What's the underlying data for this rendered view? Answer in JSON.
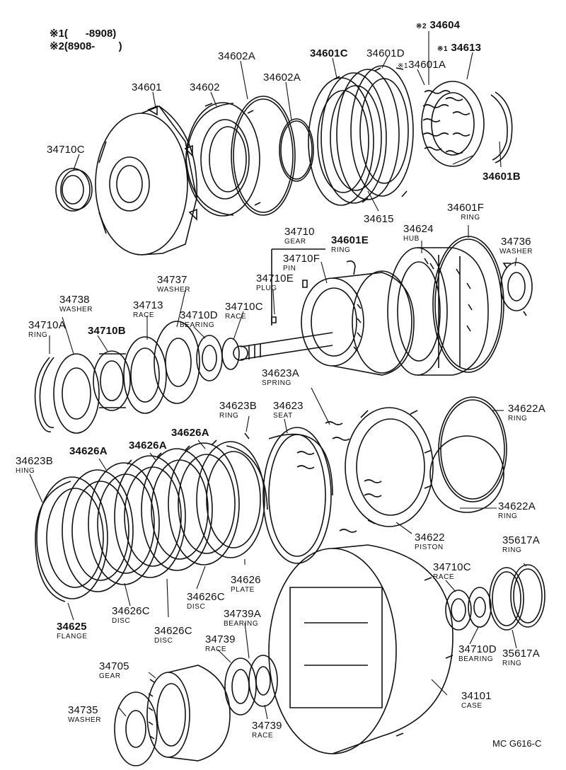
{
  "notes": {
    "n1_mark": "※1",
    "n1_range": "(      -8908)",
    "n2_mark": "※2",
    "n2_range": "(8908-        )"
  },
  "drawing_code": "MC G616-C",
  "parts": [
    {
      "id": "p34604",
      "number": "34604",
      "mark": "※2",
      "sub": ""
    },
    {
      "id": "p34613",
      "number": "34613",
      "mark": "※1",
      "sub": ""
    },
    {
      "id": "p34601a",
      "number": "34601A",
      "mark": "※1",
      "sub": ""
    },
    {
      "id": "p34601b",
      "number": "34601B",
      "mark": "",
      "sub": ""
    },
    {
      "id": "p34601",
      "number": "34601",
      "mark": "",
      "sub": ""
    },
    {
      "id": "p34602",
      "number": "34602",
      "mark": "",
      "sub": ""
    },
    {
      "id": "p34602a1",
      "number": "34602A",
      "mark": "",
      "sub": ""
    },
    {
      "id": "p34602a2",
      "number": "34602A",
      "mark": "",
      "sub": ""
    },
    {
      "id": "p34601c",
      "number": "34601C",
      "mark": "",
      "sub": ""
    },
    {
      "id": "p34601d",
      "number": "34601D",
      "mark": "",
      "sub": ""
    },
    {
      "id": "p34710c1",
      "number": "34710C",
      "mark": "",
      "sub": ""
    },
    {
      "id": "p34615",
      "number": "34615",
      "mark": "",
      "sub": ""
    },
    {
      "id": "p34601f",
      "number": "34601F",
      "mark": "",
      "sub": "RING"
    },
    {
      "id": "p34624",
      "number": "34624",
      "mark": "",
      "sub": "HUB"
    },
    {
      "id": "p34736",
      "number": "34736",
      "mark": "",
      "sub": "WASHER"
    },
    {
      "id": "p34710",
      "number": "34710",
      "mark": "",
      "sub": "GEAR"
    },
    {
      "id": "p34601e",
      "number": "34601E",
      "mark": "",
      "sub": "RING"
    },
    {
      "id": "p34710f",
      "number": "34710F",
      "mark": "",
      "sub": "PIN"
    },
    {
      "id": "p34710e",
      "number": "34710E",
      "mark": "",
      "sub": "PLUG"
    },
    {
      "id": "p34737",
      "number": "34737",
      "mark": "",
      "sub": "WASHER"
    },
    {
      "id": "p34738",
      "number": "34738",
      "mark": "",
      "sub": "WASHER"
    },
    {
      "id": "p34713",
      "number": "34713",
      "mark": "",
      "sub": "RACE"
    },
    {
      "id": "p34710d1",
      "number": "34710D",
      "mark": "",
      "sub": "BEARING"
    },
    {
      "id": "p34710c2",
      "number": "34710C",
      "mark": "",
      "sub": "RACE"
    },
    {
      "id": "p34710a",
      "number": "34710A",
      "mark": "",
      "sub": "RING"
    },
    {
      "id": "p34710b",
      "number": "34710B",
      "mark": "",
      "sub": ""
    },
    {
      "id": "p34623a",
      "number": "34623A",
      "mark": "",
      "sub": "SPRING"
    },
    {
      "id": "p34623b1",
      "number": "34623B",
      "mark": "",
      "sub": "RING"
    },
    {
      "id": "p34623",
      "number": "34623",
      "mark": "",
      "sub": "SEAT"
    },
    {
      "id": "p34622a1",
      "number": "34622A",
      "mark": "",
      "sub": "RING"
    },
    {
      "id": "p34626a1",
      "number": "34626A",
      "mark": "",
      "sub": ""
    },
    {
      "id": "p34626a2",
      "number": "34626A",
      "mark": "",
      "sub": ""
    },
    {
      "id": "p34626a3",
      "number": "34626A",
      "mark": "",
      "sub": ""
    },
    {
      "id": "p34623b2",
      "number": "34623B",
      "mark": "",
      "sub": "HING"
    },
    {
      "id": "p34622a2",
      "number": "34622A",
      "mark": "",
      "sub": "RING"
    },
    {
      "id": "p34622",
      "number": "34622",
      "mark": "",
      "sub": "PISTON"
    },
    {
      "id": "p35617a1",
      "number": "35617A",
      "mark": "",
      "sub": "RING"
    },
    {
      "id": "p34626",
      "number": "34626",
      "mark": "",
      "sub": "PLATE"
    },
    {
      "id": "p34710c3",
      "number": "34710C",
      "mark": "",
      "sub": "RACE"
    },
    {
      "id": "p34626c1",
      "number": "34626C",
      "mark": "",
      "sub": "DISC"
    },
    {
      "id": "p34626c2",
      "number": "34626C",
      "mark": "",
      "sub": "DISC"
    },
    {
      "id": "p34626c3",
      "number": "34626C",
      "mark": "",
      "sub": "DISC"
    },
    {
      "id": "p34625",
      "number": "34625",
      "mark": "",
      "sub": "FLANGE"
    },
    {
      "id": "p34739a",
      "number": "34739A",
      "mark": "",
      "sub": "BEARING"
    },
    {
      "id": "p34739r1",
      "number": "34739",
      "mark": "",
      "sub": "RACE"
    },
    {
      "id": "p34710d2",
      "number": "34710D",
      "mark": "",
      "sub": "BEARING"
    },
    {
      "id": "p35617a2",
      "number": "35617A",
      "mark": "",
      "sub": "RING"
    },
    {
      "id": "p34705",
      "number": "34705",
      "mark": "",
      "sub": "GEAR"
    },
    {
      "id": "p34735",
      "number": "34735",
      "mark": "",
      "sub": "WASHER"
    },
    {
      "id": "p34739r2",
      "number": "34739",
      "mark": "",
      "sub": "RACE"
    },
    {
      "id": "p34101",
      "number": "34101",
      "mark": "",
      "sub": "CASE"
    }
  ]
}
